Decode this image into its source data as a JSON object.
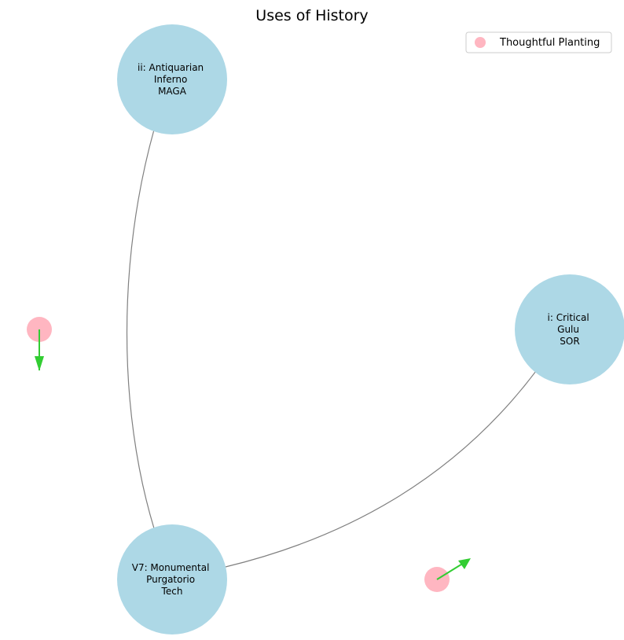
{
  "title": "Uses of History",
  "legend": {
    "label": "Thoughtful Planting"
  },
  "colors": {
    "node": "#add8e6",
    "marker": "#ffb6c1",
    "edge": "#808080",
    "arrow": "#32cd32"
  },
  "nodes": [
    {
      "id": "antiquarian",
      "lines": [
        "ii: Antiquarian",
        "Inferno",
        "MAGA"
      ]
    },
    {
      "id": "critical",
      "lines": [
        "i: Critical",
        "Gulu",
        "SOR"
      ]
    },
    {
      "id": "monumental",
      "lines": [
        "V7: Monumental",
        "Purgatorio",
        "Tech"
      ]
    }
  ],
  "edges": [
    {
      "from": "antiquarian",
      "to": "monumental"
    },
    {
      "from": "monumental",
      "to": "critical"
    }
  ],
  "markers": [
    {
      "id": "left-marker",
      "arrow_direction": "down"
    },
    {
      "id": "bottom-marker",
      "arrow_direction": "up-right"
    }
  ]
}
